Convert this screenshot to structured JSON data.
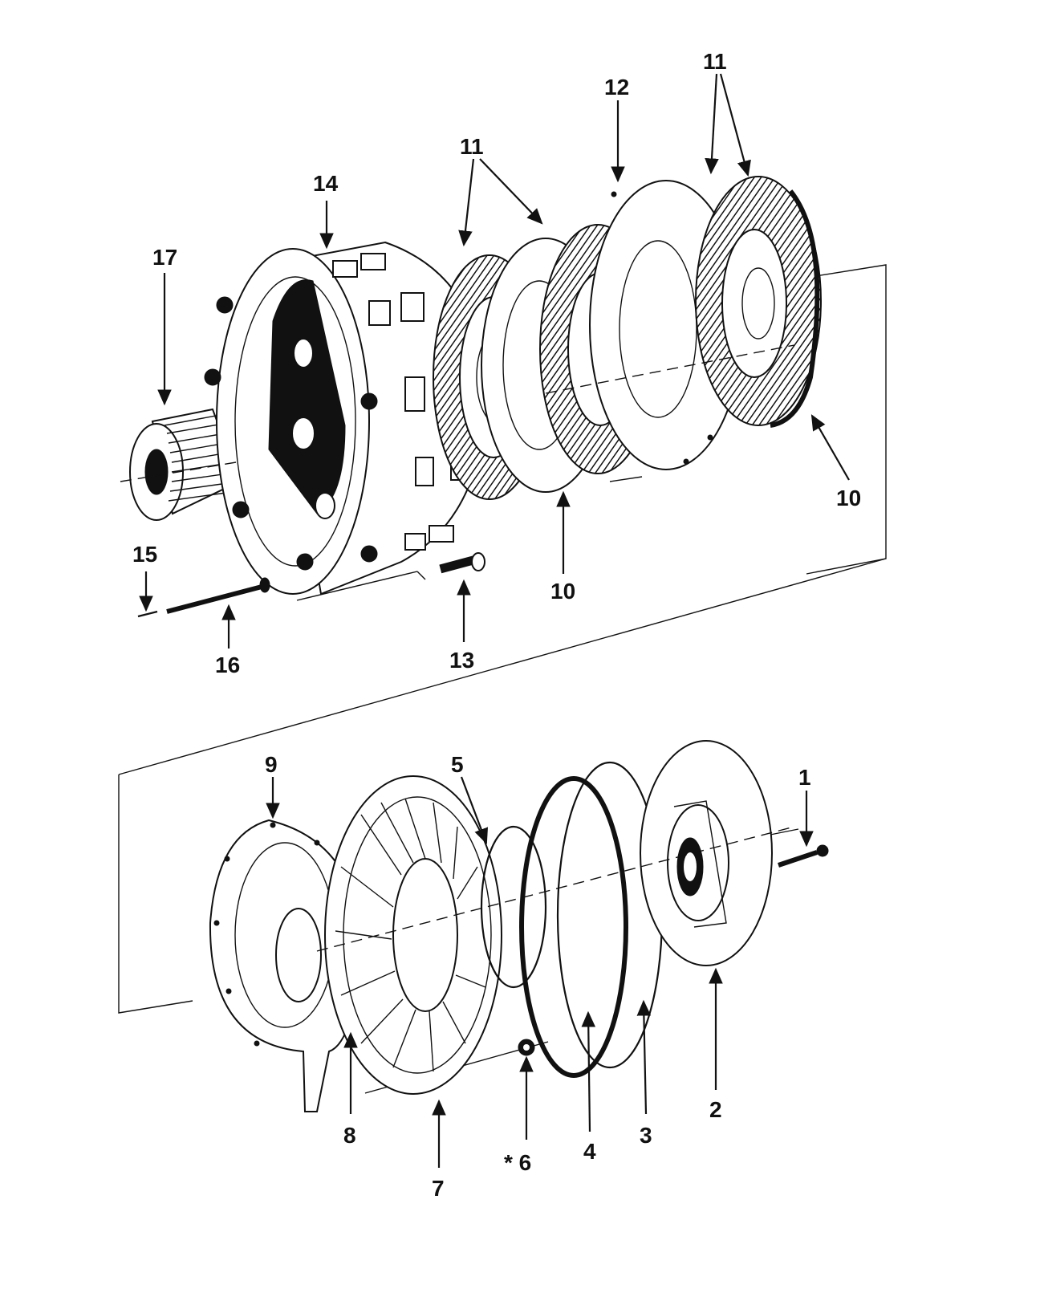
{
  "diagram": {
    "callouts": {
      "p1": "1",
      "p2": "2",
      "p3": "3",
      "p4": "4",
      "p5": "5",
      "p6": "* 6",
      "p7": "7",
      "p8": "8",
      "p9": "9",
      "p10a": "10",
      "p10b": "10",
      "p11a": "11",
      "p11b": "11",
      "p12": "12",
      "p13": "13",
      "p14": "14",
      "p15": "15",
      "p16": "16",
      "p17": "17"
    }
  }
}
